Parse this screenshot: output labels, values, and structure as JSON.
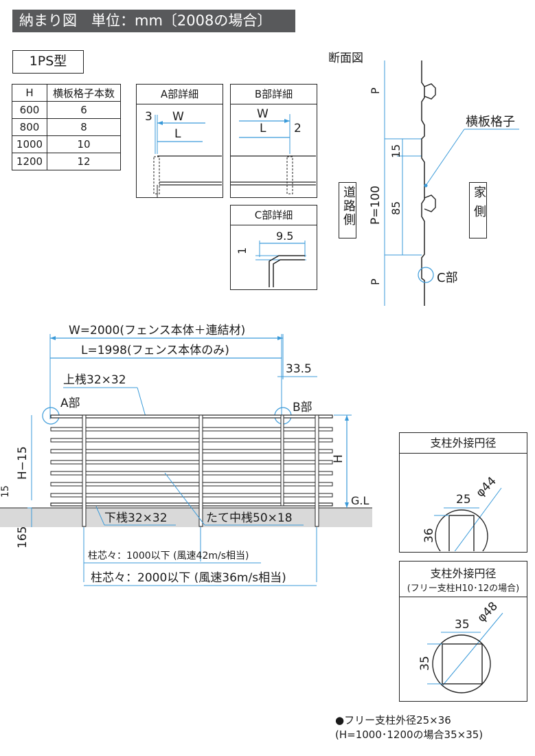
{
  "title": "納まり図　単位：mm〔2008の場合〕",
  "type_label": "1PS型",
  "count_table": {
    "headers": [
      "H",
      "横板格子本数"
    ],
    "rows": [
      [
        "600",
        "6"
      ],
      [
        "800",
        "8"
      ],
      [
        "1000",
        "10"
      ],
      [
        "1200",
        "12"
      ]
    ]
  },
  "details": {
    "a": {
      "title": "A部詳細",
      "label_3": "3",
      "label_w": "W",
      "label_l": "L"
    },
    "b": {
      "title": "B部詳細",
      "label_w": "W",
      "label_l": "L",
      "label_2": "2"
    },
    "c": {
      "title": "C部詳細",
      "label_95": "9.5",
      "label_1": "1"
    }
  },
  "section": {
    "title": "断面図",
    "road_side": "道路側",
    "house_side": "家側",
    "p_label": "P",
    "p_eq": "P=100",
    "dim_15": "15",
    "dim_85": "85",
    "lattice_label": "横板格子",
    "c_part": "C部"
  },
  "elevation": {
    "w_label": "W=2000(フェンス本体＋連結材)",
    "l_label": "L=1998(フェンス本体のみ)",
    "dim_335": "33.5",
    "top_rail": "上桟32×32",
    "a_part": "A部",
    "b_part": "B部",
    "h_minus": "H−15",
    "h_label": "H",
    "dim_15": "15",
    "gl": "G.L",
    "bottom_rail": "下桟32×32",
    "mid_post": "たて中桟50×18",
    "dim_165": "165",
    "pitch_1000": "柱芯々：1000以下 (風速42m/s相当)",
    "pitch_2000": "柱芯々：2000以下 (風速36m/s相当)"
  },
  "circle1": {
    "title": "支柱外接円径",
    "w": "25",
    "d": "φ44",
    "h": "36"
  },
  "circle2": {
    "title": "支柱外接円径",
    "subtitle": "(フリー支柱H10･12の場合)",
    "w": "35",
    "d": "φ48",
    "h": "35"
  },
  "footnote": {
    "line1": "●フリー支柱外径25×36",
    "line2": "(H=1000･1200の場合35×35)"
  },
  "colors": {
    "title_bg": "#58595b",
    "ground": "#d9d9d9",
    "line": "#222222"
  }
}
